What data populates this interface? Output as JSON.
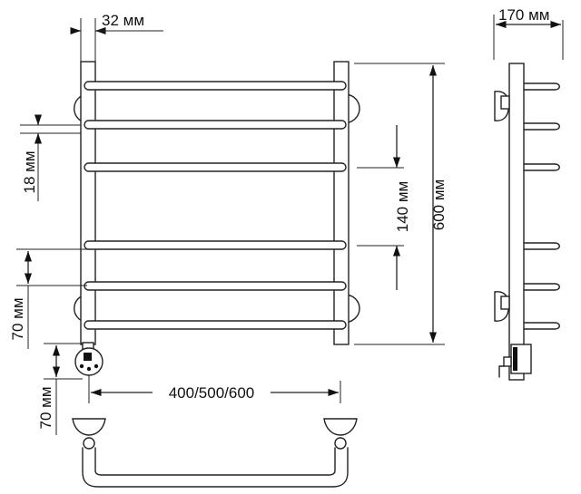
{
  "dimensions": {
    "pipe_diameter": "32 мм",
    "depth": "170 мм",
    "height": "600 мм",
    "bar_spacing": "140 мм",
    "bar_pitch": "18 мм",
    "bottom_offset": "70 мм",
    "mount_offset": "70 мм",
    "width_options": "400/500/600"
  }
}
